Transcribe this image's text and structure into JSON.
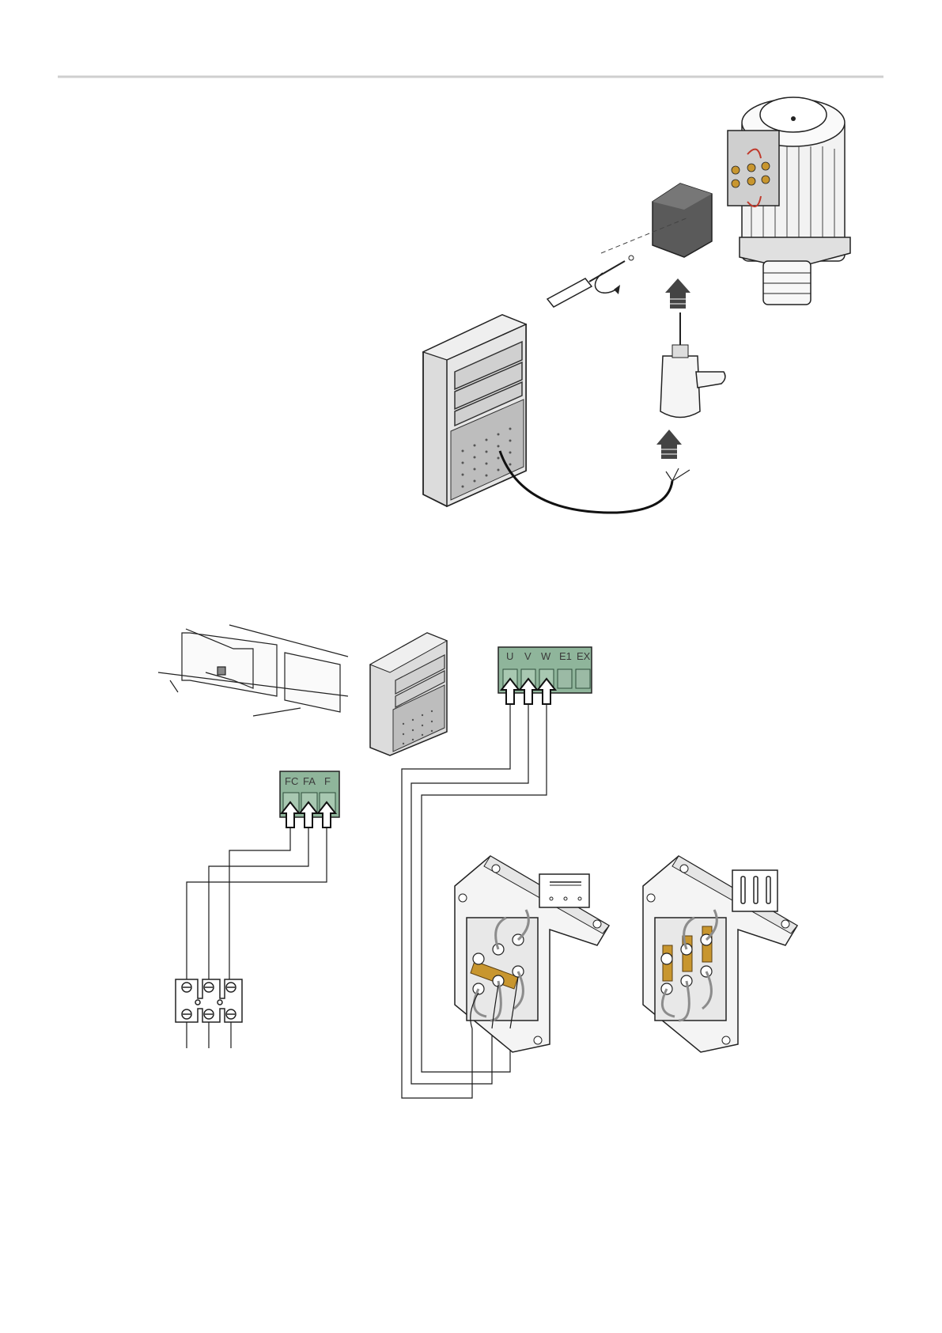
{
  "colors": {
    "rule": "#cfcfcf",
    "terminal_green": "#8fb59b",
    "terminal_dark": "#3d6b50",
    "brass": "#c8962f",
    "box_grey": "#d9d9d9",
    "box_dark": "#555555",
    "metal": "#e8e8e8"
  },
  "terminal_blocks": {
    "motor": {
      "labels": [
        "U",
        "V",
        "W",
        "E1",
        "EX"
      ]
    },
    "limit_switch": {
      "labels": [
        "FC",
        "FA",
        "F"
      ]
    }
  },
  "icons": [
    "control-box-icon",
    "screwdriver-icon",
    "cable-gland-icon",
    "drill-icon",
    "electric-motor-icon",
    "arrow-up-icon",
    "gate-icon",
    "terminal-strip-icon",
    "wiring-plate-star-icon",
    "wiring-plate-delta-icon"
  ]
}
